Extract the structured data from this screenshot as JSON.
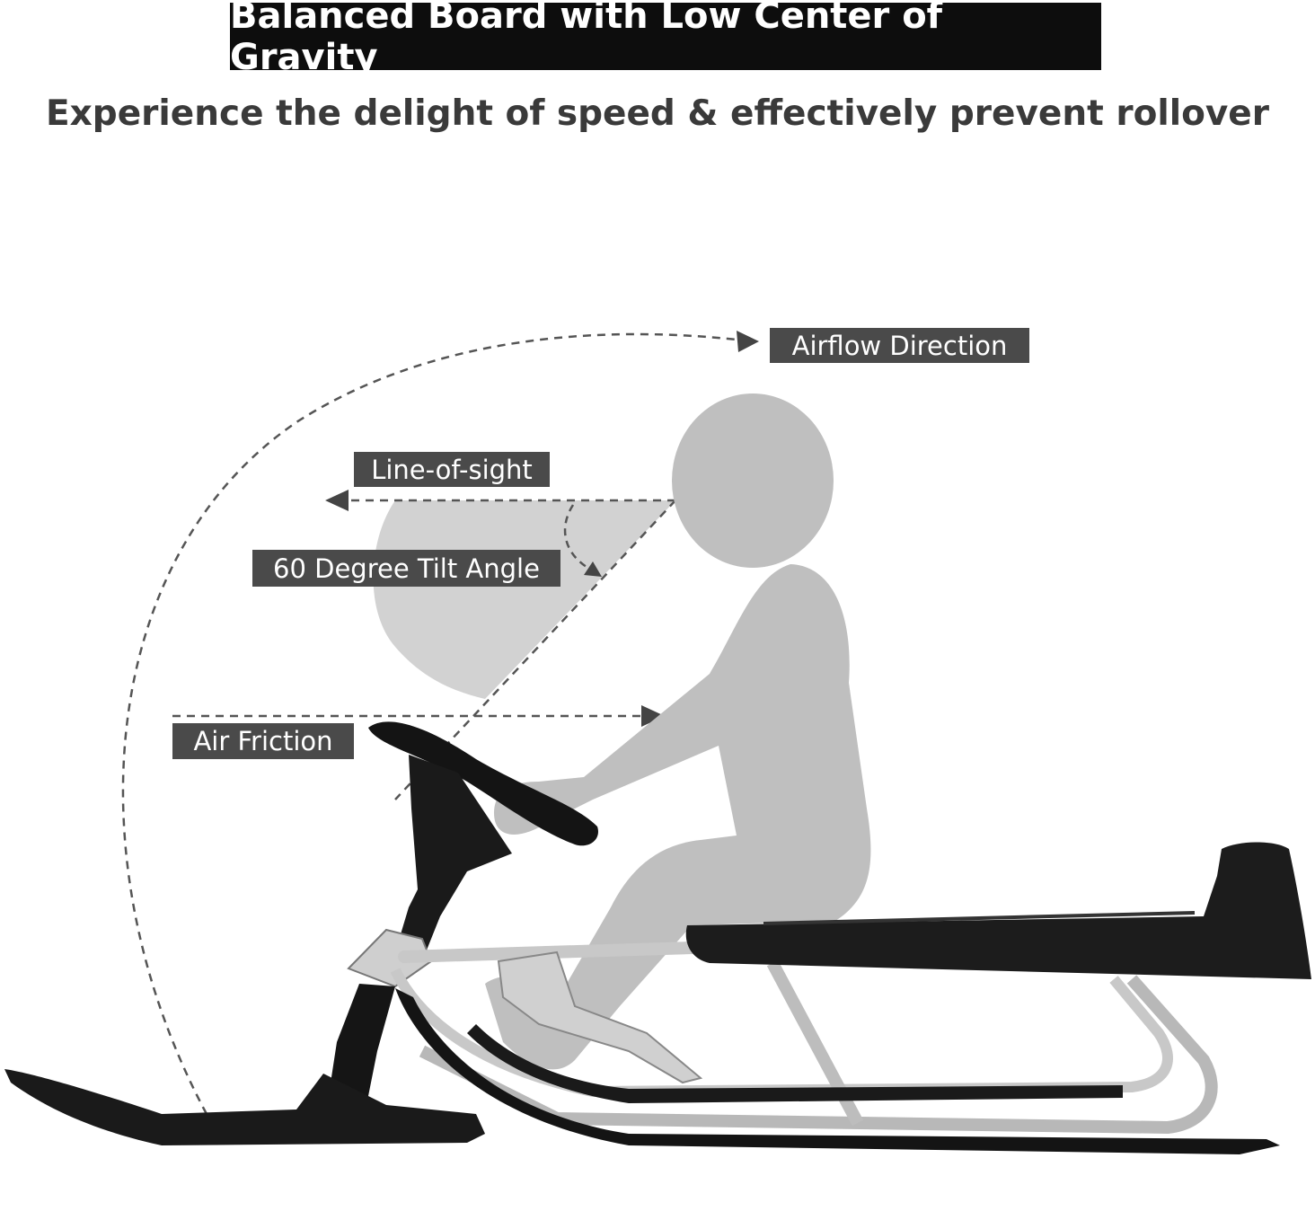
{
  "header": {
    "title": "Balanced Board with Low Center of Gravity",
    "subtitle": "Experience the delight of speed & effectively prevent rollover"
  },
  "annotations": {
    "airflow": "Airflow Direction",
    "line_of_sight": "Line-of-sight",
    "tilt_angle": "60 Degree Tilt Angle",
    "air_friction": "Air Friction"
  },
  "colors": {
    "title_background": "#0d0d0d",
    "label_background": "#4a4a4a",
    "silhouette": "#bfbfbf",
    "sled_body": "#1a1a1a",
    "sled_frame": "#c8c8c8"
  },
  "icons": [
    "arrow-head-icon"
  ]
}
